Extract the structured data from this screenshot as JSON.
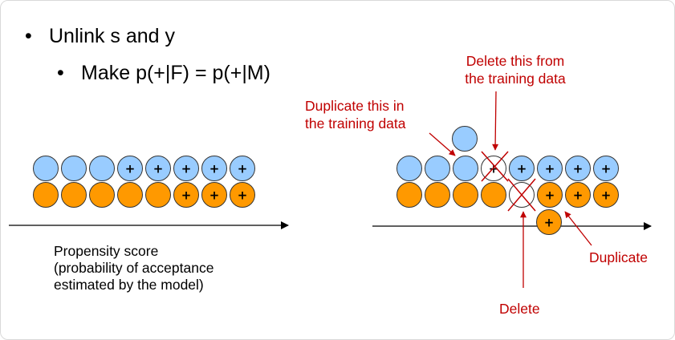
{
  "bullets": {
    "level1": "Unlink s and y",
    "level2": "Make p(+|F) = p(+|M)"
  },
  "caption": {
    "line1": "Propensity score",
    "line2": "(probability of acceptance",
    "line3": "estimated by the model)"
  },
  "annotations": {
    "delete_from": {
      "line1": "Delete this from",
      "line2": "the training data"
    },
    "duplicate_in": {
      "line1": "Duplicate this in",
      "line2": "the training data"
    },
    "duplicate": "Duplicate",
    "delete": "Delete"
  },
  "marks": {
    "plus": "+"
  },
  "colors": {
    "blue": "#99ccff",
    "orange": "#ff9900",
    "annotation": "#c00000",
    "arrow": "#000000"
  },
  "left_diagram": {
    "top_row": [
      "",
      "",
      "",
      "+",
      "+",
      "+",
      "+",
      "+"
    ],
    "bottom_row": [
      "",
      "",
      "",
      "",
      "",
      "+",
      "+",
      "+"
    ]
  },
  "right_diagram": {
    "top_row": [
      "",
      "",
      "",
      "+",
      "+",
      "+",
      "+",
      "+"
    ],
    "top_row_deleted_index": 3,
    "top_row_duplicated_index": 2,
    "bottom_row": [
      "",
      "",
      "",
      "",
      "",
      "+",
      "+",
      "+"
    ],
    "bottom_row_deleted_index": 4,
    "bottom_row_duplicated_index": 5
  }
}
